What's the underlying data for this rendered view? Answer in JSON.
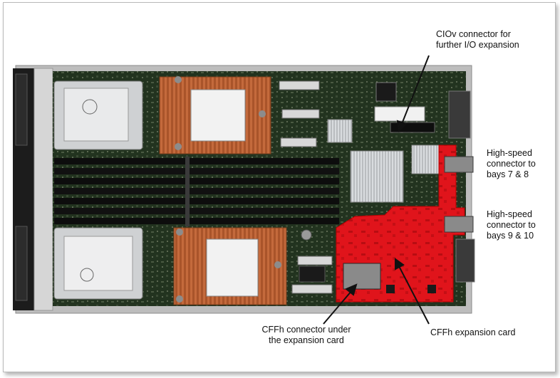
{
  "callouts": {
    "ciov_connector": "CIOv connector for\nfurther I/O expansion",
    "high_speed_bays_7_8": "High-speed\nconnector to\nbays 7 & 8",
    "high_speed_bays_9_10": "High-speed\nconnector to\nbays 9 & 10",
    "cffh_connector": "CFFh connector under\nthe expansion card",
    "cffh_card": "CFFh expansion card"
  },
  "colors": {
    "expansion_card": "#e0141b",
    "board": "#23351f",
    "heatsink": "#c46a3c",
    "chassis": "#c9c9c9",
    "connector_marker": "#8a8a8a"
  }
}
